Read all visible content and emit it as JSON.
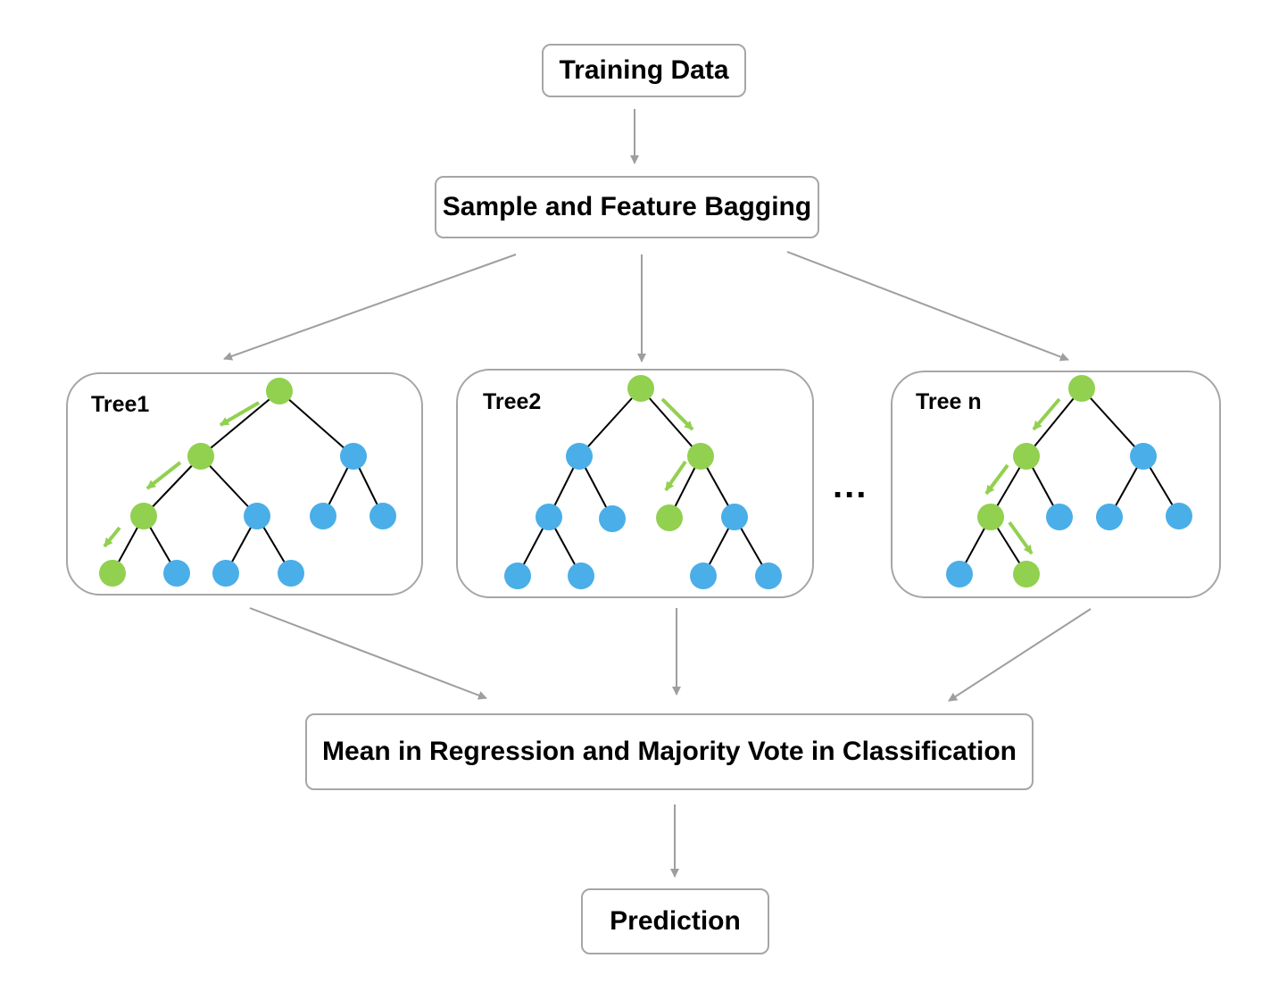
{
  "training_data": {
    "label": "Training Data"
  },
  "bagging": {
    "label": "Sample and Feature Bagging"
  },
  "trees": [
    {
      "label": "Tree1"
    },
    {
      "label": "Tree2"
    },
    {
      "label": "Tree n"
    }
  ],
  "ellipsis": "...",
  "aggregation": {
    "label": "Mean in Regression and Majority Vote in Classification"
  },
  "prediction": {
    "label": "Prediction"
  },
  "colors": {
    "border": "#a6a6a6",
    "connector": "#9e9e9e",
    "path_node": "#92d050",
    "other_node": "#4aaee8",
    "edge": "#000000",
    "path_arrow": "#92d050"
  }
}
